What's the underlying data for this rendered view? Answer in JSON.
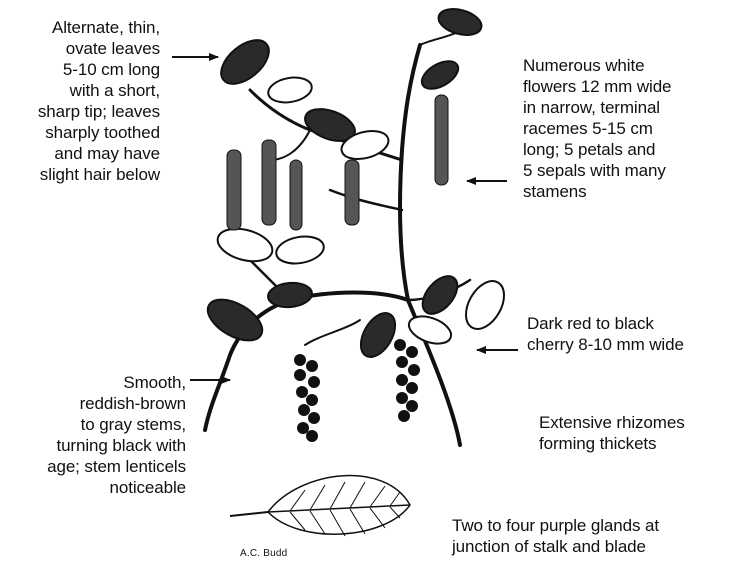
{
  "annotations": {
    "leaves": "Alternate, thin,\novate leaves\n5-10 cm long\nwith a short,\nsharp tip; leaves\nsharply toothed\nand may have\nslight hair  below",
    "flowers": "Numerous white\nflowers 12 mm wide\nin narrow, terminal\nracemes 5-15 cm\nlong; 5 petals and\n5 sepals with many\nstamens",
    "fruit": "Dark red to black\ncherry 8-10 mm wide",
    "stems": "Smooth,\nreddish-brown\nto gray stems,\nturning black with\nage; stem lenticels\nnoticeable",
    "rhizomes": "Extensive rhizomes\nforming thickets",
    "glands": "Two to four purple glands at\njunction of stalk and blade"
  },
  "credit": "A.C. Budd"
}
